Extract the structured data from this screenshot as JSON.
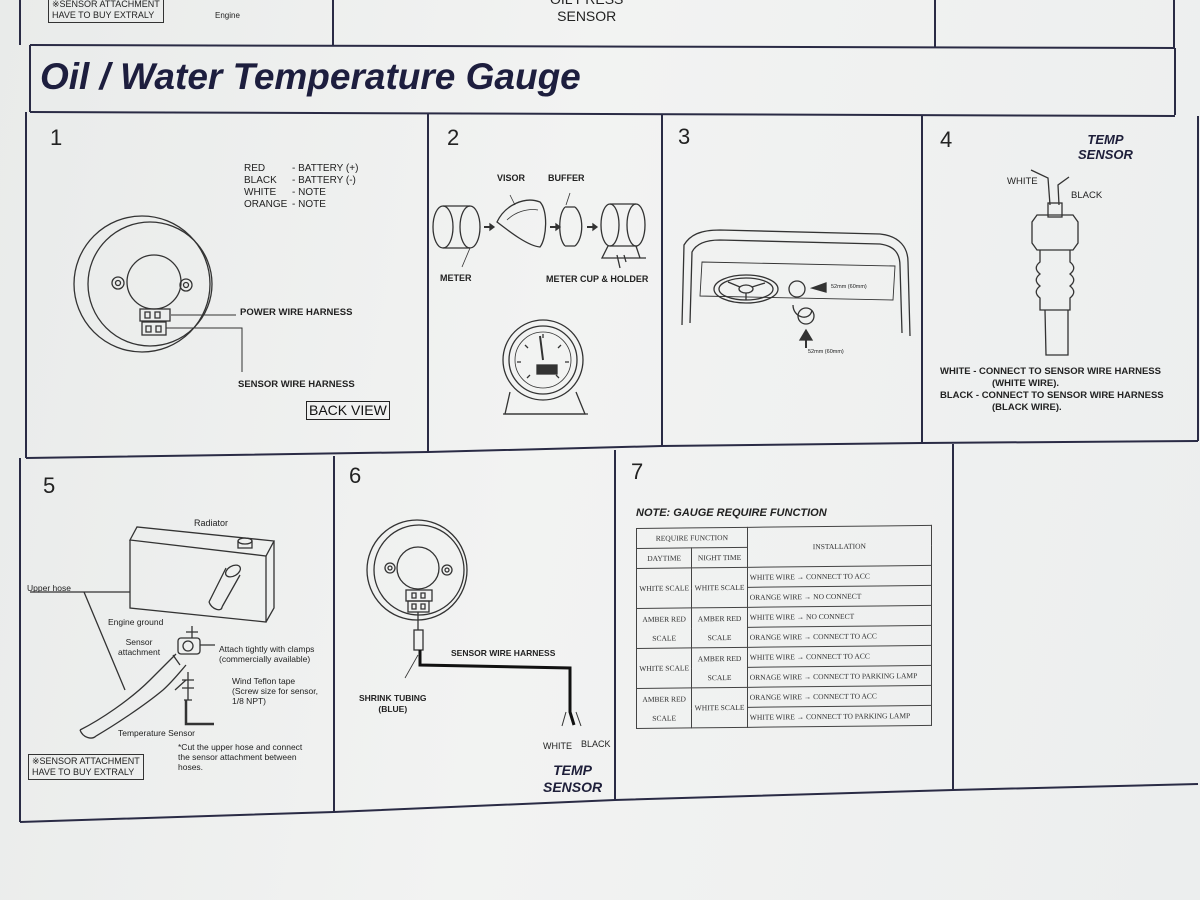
{
  "title": "Oil / Water Temperature Gauge",
  "top_row": {
    "sensor_attachment_top": "※SENSOR ATTACHMENT\nHAVE TO BUY EXTRALY",
    "engine_label": "Engine",
    "oil_press_sensor": "OIL PRESS\nSENSOR"
  },
  "panels": {
    "p1": {
      "number": "1",
      "wire_legend": [
        {
          "color": "RED",
          "note": "- BATTERY (+)"
        },
        {
          "color": "BLACK",
          "note": "- BATTERY (-)"
        },
        {
          "color": "WHITE",
          "note": "- NOTE"
        },
        {
          "color": "ORANGE",
          "note": "- NOTE"
        }
      ],
      "power_wire_harness": "POWER WIRE HARNESS",
      "sensor_wire_harness": "SENSOR WIRE HARNESS",
      "back_view": "BACK VIEW"
    },
    "p2": {
      "number": "2",
      "visor": "VISOR",
      "buffer": "BUFFER",
      "meter": "METER",
      "meter_cup_holder": "METER CUP & HOLDER"
    },
    "p3": {
      "number": "3",
      "dim_a": "52mm (60mm)",
      "dim_b": "52mm (60mm)"
    },
    "p4": {
      "number": "4",
      "temp_sensor": "TEMP\nSENSOR",
      "white": "WHITE",
      "black": "BLACK",
      "white_note": "WHITE - CONNECT TO SENSOR WIRE HARNESS",
      "white_note_2": "(WHITE WIRE).",
      "black_note": "BLACK - CONNECT TO SENSOR WIRE HARNESS",
      "black_note_2": "(BLACK WIRE)."
    },
    "p5": {
      "number": "5",
      "radiator": "Radiator",
      "upper_hose": "Upper hose",
      "engine_ground": "Engine ground",
      "sensor_attachment": "Sensor\nattachment",
      "attach_note": "Attach tightly with clamps\n(commercially available)",
      "teflon_note": "Wind Teflon tape\n(Screw size for sensor,\n1/8 NPT)",
      "temperature_sensor": "Temperature Sensor",
      "cut_note": "*Cut the upper hose and connect\nthe sensor attachment between\nhoses.",
      "sensor_attachment_box": "※SENSOR ATTACHMENT\nHAVE TO BUY EXTRALY"
    },
    "p6": {
      "number": "6",
      "sensor_wire_harness": "SENSOR WIRE HARNESS",
      "shrink_tubing": "SHRINK TUBING\n(BLUE)",
      "white": "WHITE",
      "black": "BLACK",
      "temp_sensor": "TEMP\nSENSOR"
    },
    "p7": {
      "number": "7",
      "note": "NOTE: GAUGE REQUIRE FUNCTION",
      "table": {
        "require_function": "REQUIRE FUNCTION",
        "installation": "INSTALLATION",
        "daytime": "DAYTIME",
        "night_time": "NIGHT TIME",
        "rows": [
          {
            "day": "WHITE SCALE",
            "night": "WHITE SCALE",
            "install": [
              "WHITE WIRE → CONNECT TO ACC",
              "ORANGE WIRE → NO CONNECT"
            ]
          },
          {
            "day": "AMBER RED\nSCALE",
            "night": "AMBER RED\nSCALE",
            "install": [
              "WHITE WIRE → NO CONNECT",
              "ORANGE WIRE → CONNECT TO ACC"
            ]
          },
          {
            "day": "WHITE SCALE",
            "night": "AMBER RED\nSCALE",
            "install": [
              "WHITE WIRE → CONNECT TO ACC",
              "ORNAGE WIRE → CONNECT TO PARKING LAMP"
            ]
          },
          {
            "day": "AMBER RED\nSCALE",
            "night": "WHITE SCALE",
            "install": [
              "ORANGE WIRE → CONNECT TO ACC",
              "WHITE WIRE → CONNECT TO PARKING LAMP"
            ]
          }
        ]
      }
    }
  }
}
